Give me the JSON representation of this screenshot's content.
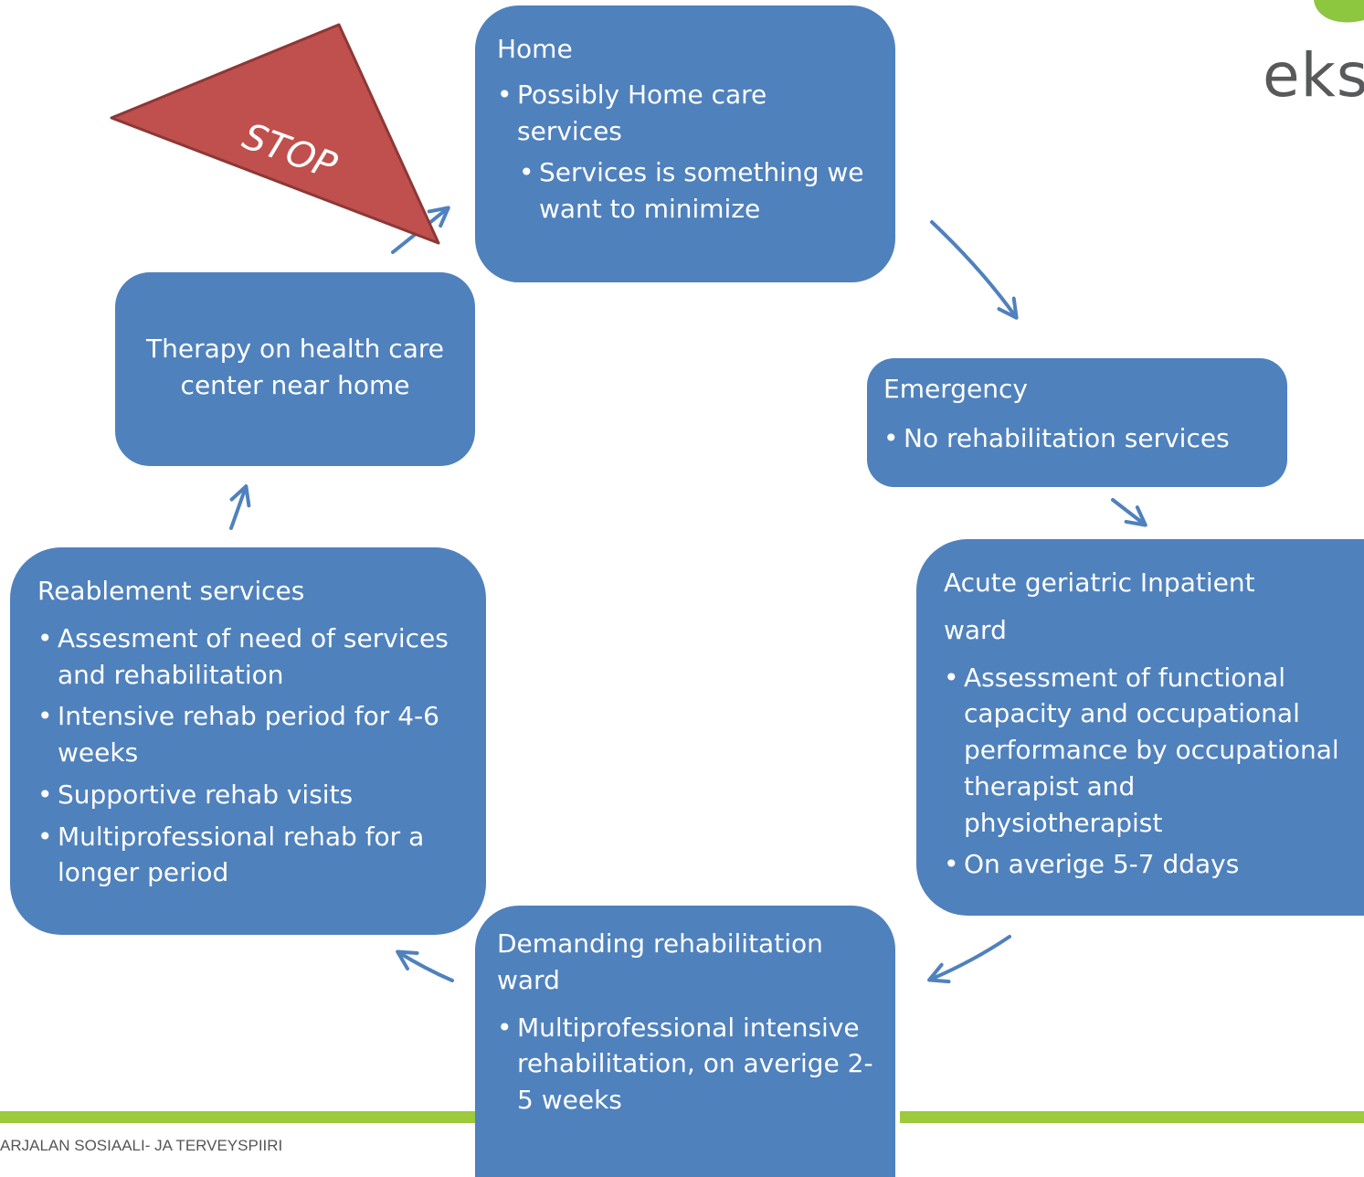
{
  "nodes": {
    "home": {
      "title": "Home",
      "items": [
        "Possibly Home care services"
      ],
      "subitems": [
        "Services is something we want to minimize"
      ]
    },
    "emergency": {
      "title": "Emergency",
      "items": [
        "No rehabilitation services"
      ]
    },
    "acute": {
      "title_line1": "Acute geriatric Inpatient",
      "title_line2": "ward",
      "items": [
        "Assessment of functional capacity and occupational performance by occupational therapist and physiotherapist",
        "On averige 5-7 ddays"
      ]
    },
    "demanding": {
      "title": "Demanding rehabilitation ward",
      "items": [
        "Multiprofessional intensive rehabilitation, on  averige 2-5 weeks"
      ]
    },
    "reablement": {
      "title": "Reablement services",
      "items": [
        "Assesment of need of services and rehabilitation",
        "Intensive rehab period for 4-6 weeks",
        "Supportive rehab visits",
        "Multiprofessional rehab for a longer period"
      ]
    },
    "therapy": {
      "title": "Therapy on health care center near home"
    }
  },
  "stop_sign": {
    "label": "STOP"
  },
  "logo": {
    "text": "eks"
  },
  "footer": {
    "text": "ARJALAN SOSIAALI- JA TERVEYSPIIRI"
  },
  "colors": {
    "box_fill": "#4f81bd",
    "arrow": "#4f81bd",
    "stop_fill": "#c0504d",
    "stop_stroke": "#8c3836",
    "footer_bar": "#9dc93c",
    "logo_leaf": "#8dc63f"
  }
}
